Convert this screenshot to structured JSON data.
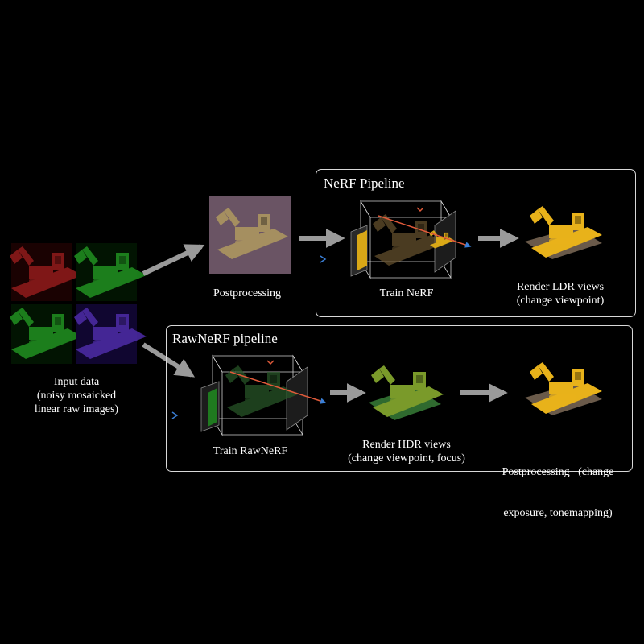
{
  "input": {
    "caption_lines": [
      "Input data",
      "(noisy mosaicked",
      "linear raw images)"
    ]
  },
  "top_step": {
    "label": "Postprocessing"
  },
  "nerf_pipeline": {
    "title": "NeRF Pipeline",
    "train_label": "Train NeRF",
    "render_label_lines": [
      "Render LDR views",
      "(change viewpoint)"
    ]
  },
  "rawnerf_pipeline": {
    "title": "RawNeRF pipeline",
    "train_label": "Train RawNeRF",
    "render_label_lines": [
      "Render HDR views",
      "(change viewpoint, focus)"
    ],
    "post_label_lines": [
      "Postprocessing   (change",
      "exposure, tonemapping)"
    ]
  },
  "colors": {
    "background": "#000000",
    "panel_border": "#d8d8d8",
    "arrow": "#9a9a9a",
    "ray": "#e05a3a",
    "camera": "#3a7fd6",
    "raw_red": "#8a1a1a",
    "raw_green": "#1f8a1f",
    "raw_blue": "#4a2aa0",
    "ldr_yellow": "#e8b21a"
  },
  "icons": [
    "gray-arrow-icon",
    "camera-icon",
    "bulldozer-icon",
    "ray-icon"
  ]
}
